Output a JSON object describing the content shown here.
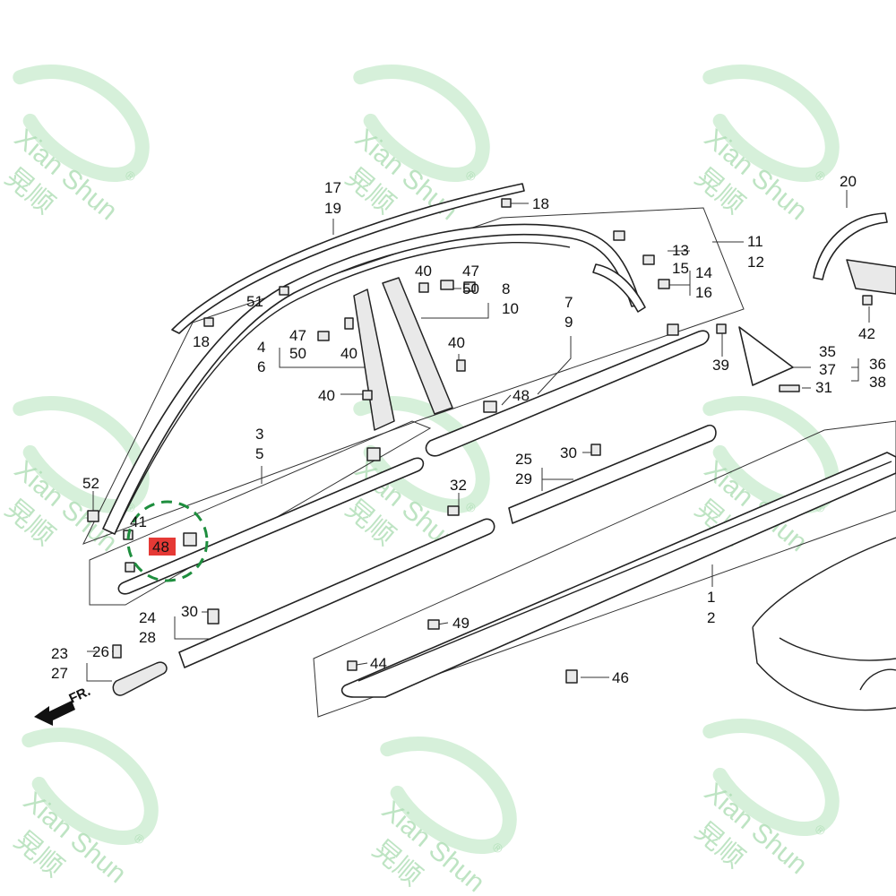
{
  "diagram": {
    "callouts": {
      "c17": "17",
      "c19": "19",
      "c18a": "18",
      "c18b": "18",
      "c11": "11",
      "c12": "12",
      "c13": "13",
      "c15": "15",
      "c14": "14",
      "c16": "16",
      "c20": "20",
      "c42": "42",
      "c40a": "40",
      "c47a": "47",
      "c50a": "50",
      "c8": "8",
      "c10": "10",
      "c51": "51",
      "c4": "4",
      "c6": "6",
      "c47b": "47",
      "c50b": "50",
      "c40b": "40",
      "c40c": "40",
      "c40d": "40",
      "c7": "7",
      "c9": "9",
      "c48a": "48",
      "c39": "39",
      "c35": "35",
      "c37": "37",
      "c31": "31",
      "c36": "36",
      "c38": "38",
      "c3": "3",
      "c5": "5",
      "c25": "25",
      "c29": "29",
      "c30a": "30",
      "c52": "52",
      "c41": "41",
      "c48b": "48",
      "c32": "32",
      "c24": "24",
      "c28": "28",
      "c30b": "30",
      "c1": "1",
      "c2": "2",
      "c49": "49",
      "c44": "44",
      "c46": "46",
      "c23": "23",
      "c27": "27",
      "c26": "26"
    },
    "direction_label": "FR.",
    "highlight_color": "#e53935",
    "circle_color": "#1e8e3e"
  },
  "watermark": {
    "brand": "Xian Shun",
    "chinese": "晃顺",
    "registered": "®",
    "color": "#a9dcb0"
  }
}
